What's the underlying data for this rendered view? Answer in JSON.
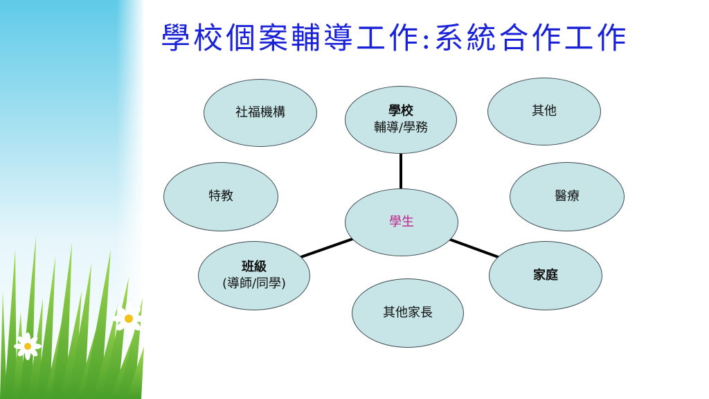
{
  "slide": {
    "title": "學校個案輔導工作:系統合作工作"
  },
  "diagram": {
    "center": {
      "label": "學生",
      "color": "#c0208a"
    },
    "nodes": {
      "social_welfare": {
        "label": "社福機構"
      },
      "school": {
        "title": "學校",
        "subtitle": "輔導/學務"
      },
      "other": {
        "label": "其他"
      },
      "special_ed": {
        "label": "特教"
      },
      "medical": {
        "label": "醫療"
      },
      "class": {
        "title": "班級",
        "subtitle": "(導師/同學)"
      },
      "family": {
        "label": "家庭"
      },
      "other_parents": {
        "label": "其他家長"
      }
    },
    "connections": [
      "school",
      "class",
      "family"
    ],
    "colors": {
      "node_fill": "#c7e5e7",
      "node_border": "#3c4a52",
      "connector": "#000000",
      "title": "#1a22d8"
    }
  }
}
